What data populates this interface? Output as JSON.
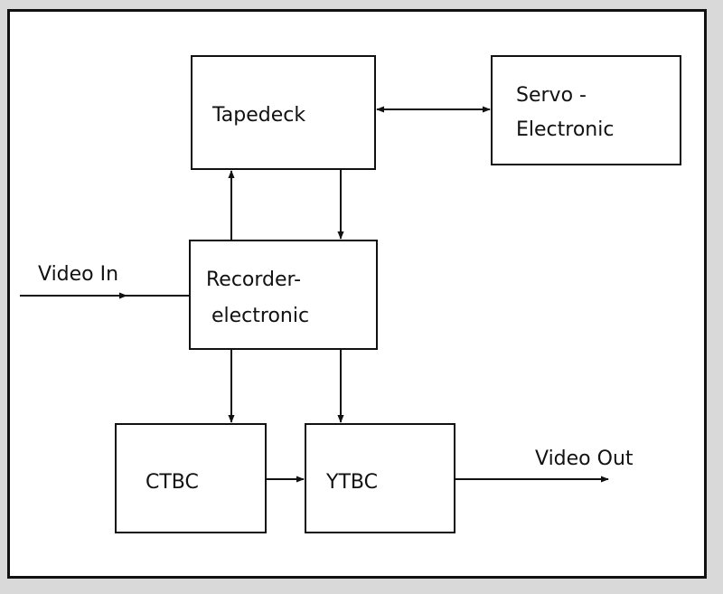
{
  "diagram": {
    "blocks": {
      "tapedeck": "Tapedeck",
      "servo_line1": "Servo -",
      "servo_line2": "Electronic",
      "recorder_line1": "Recorder-",
      "recorder_line2": "electronic",
      "ctbc": "CTBC",
      "ytbc": "YTBC"
    },
    "signals": {
      "input": "Video In",
      "output": "Video Out"
    }
  }
}
